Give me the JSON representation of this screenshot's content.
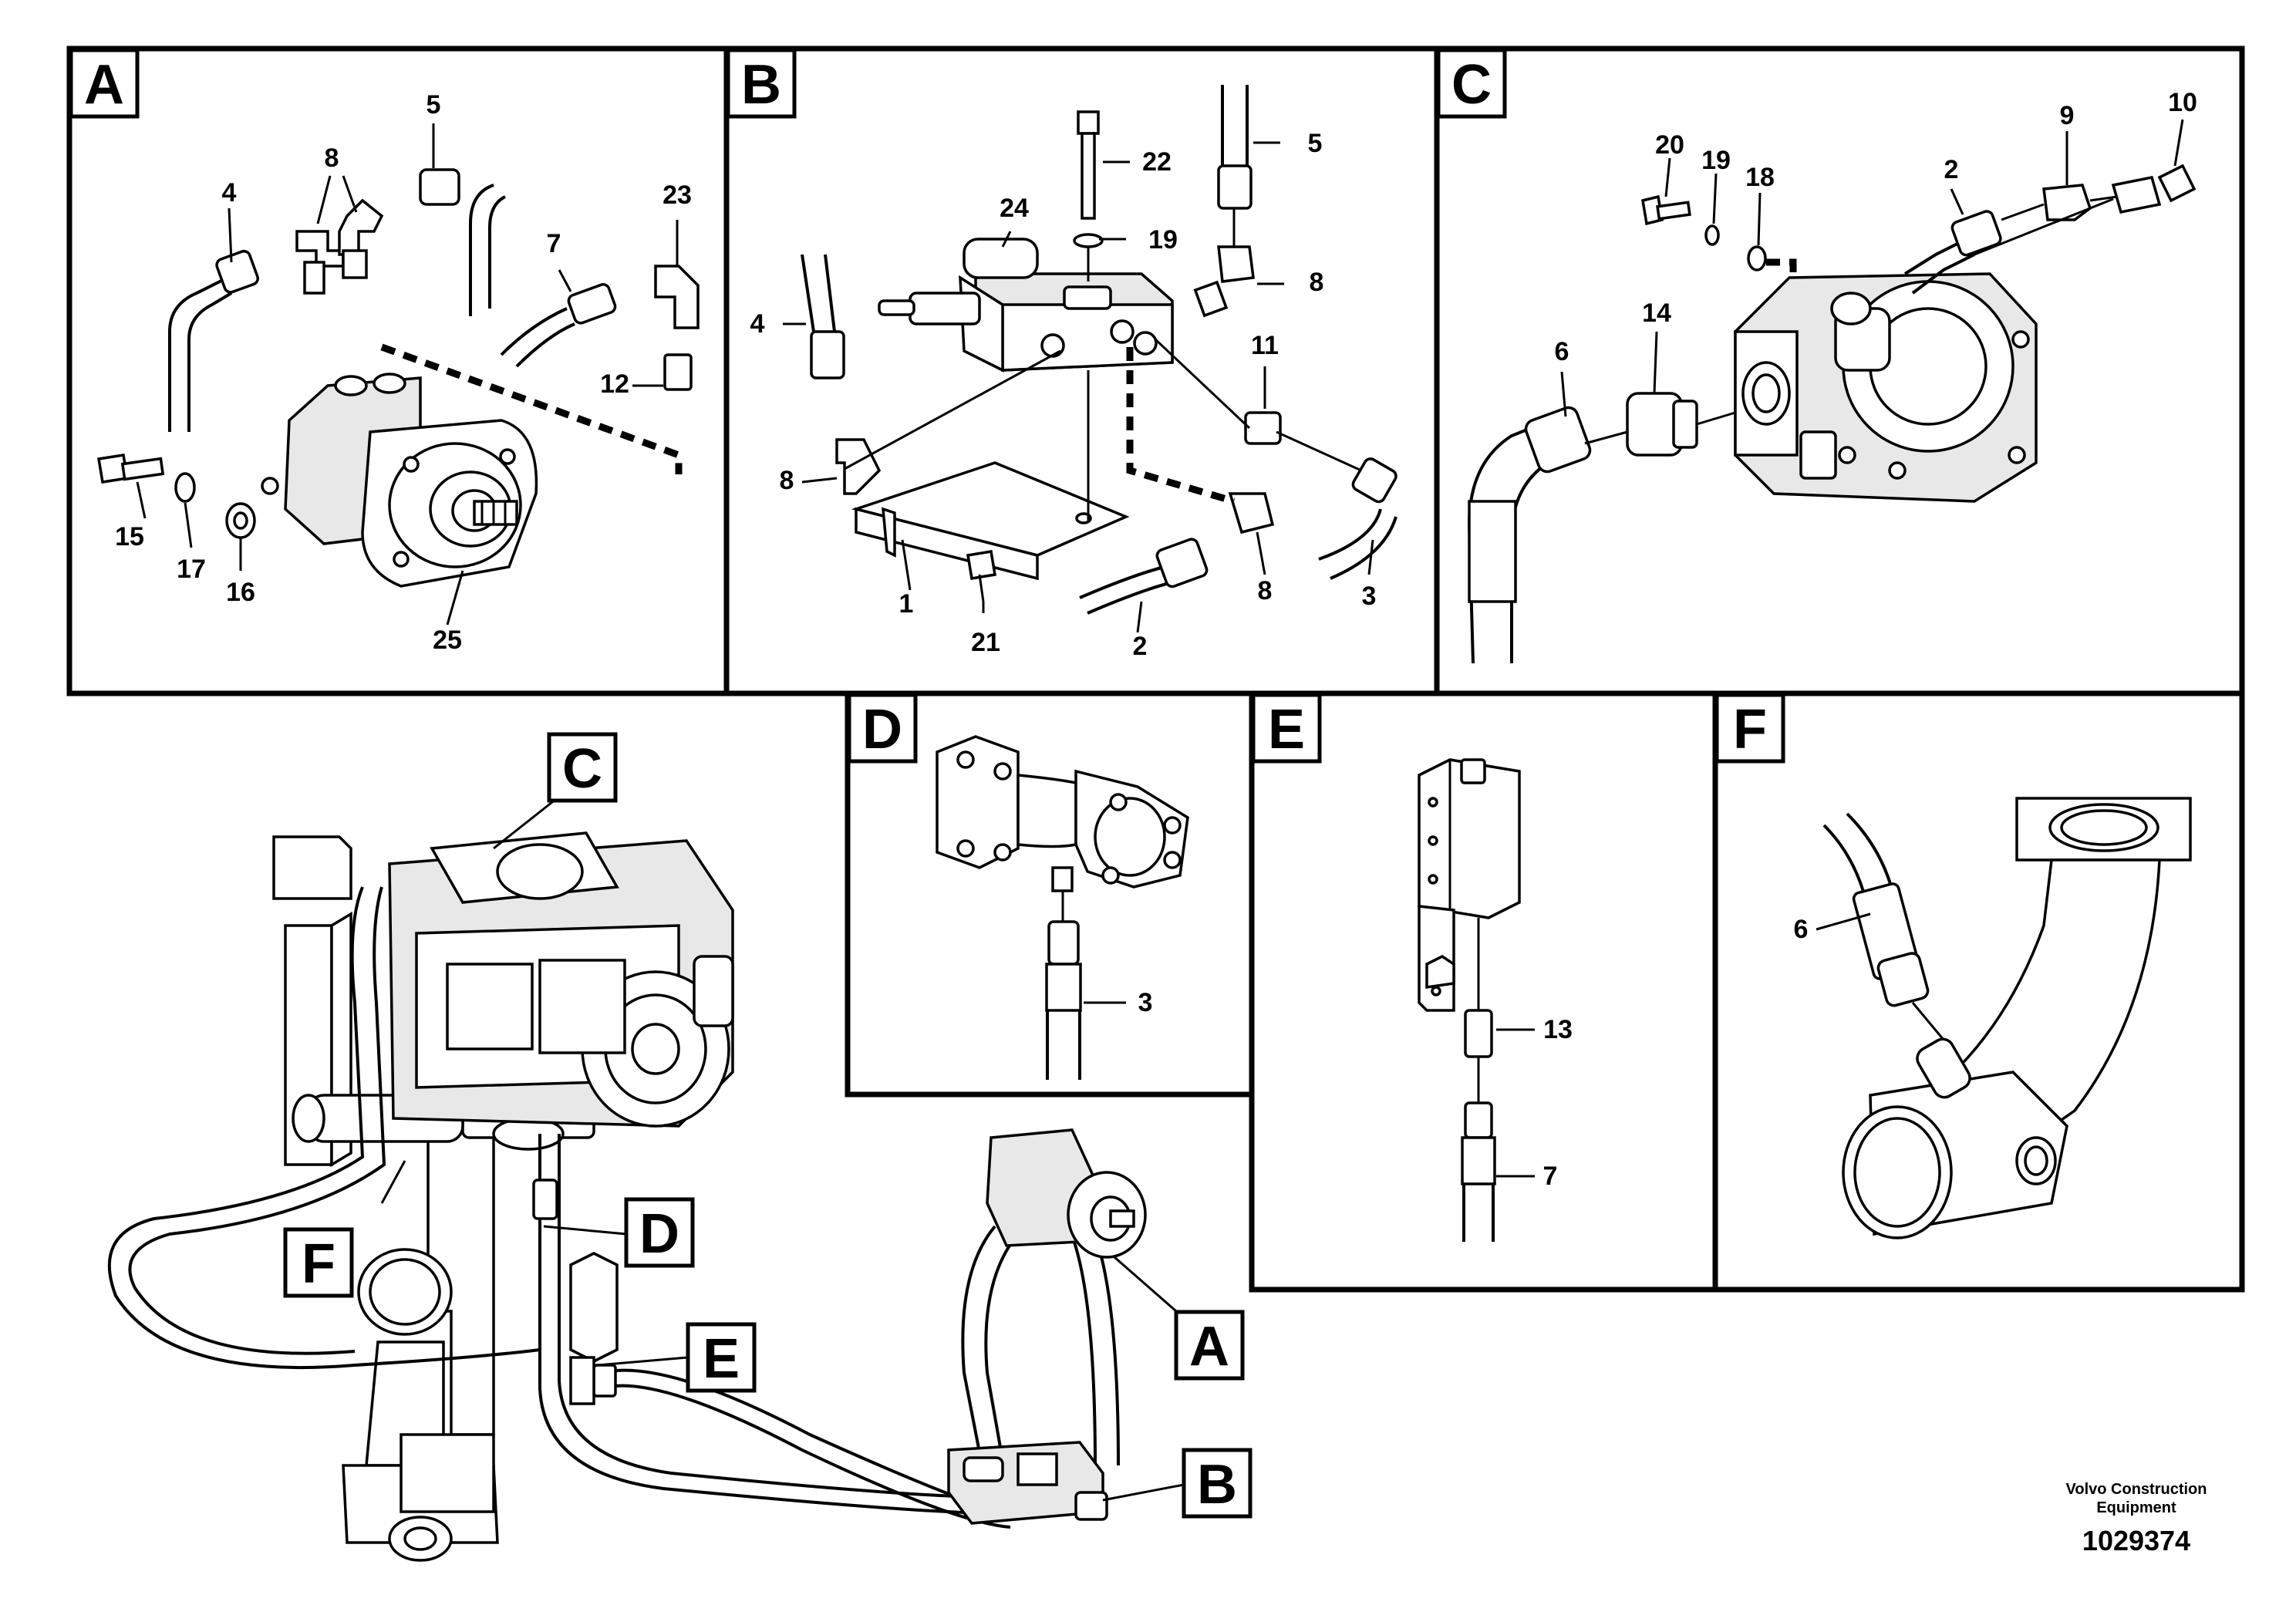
{
  "panels": {
    "A": {
      "letter": "A",
      "callouts": [
        "5",
        "8",
        "4",
        "23",
        "7",
        "12",
        "15",
        "17",
        "16",
        "25"
      ]
    },
    "B": {
      "letter": "B",
      "callouts": [
        "22",
        "5",
        "24",
        "19",
        "8",
        "4",
        "11",
        "8",
        "1",
        "21",
        "2",
        "8",
        "3"
      ]
    },
    "C": {
      "letter": "C",
      "callouts": [
        "20",
        "19",
        "18",
        "2",
        "9",
        "10",
        "6",
        "14"
      ]
    },
    "D": {
      "letter": "D",
      "callouts": [
        "3"
      ]
    },
    "E": {
      "letter": "E",
      "callouts": [
        "13",
        "7"
      ]
    },
    "F": {
      "letter": "F",
      "callouts": [
        "6"
      ]
    }
  },
  "overview_refs": [
    "C",
    "F",
    "D",
    "E",
    "A",
    "B"
  ],
  "footer": {
    "company_line1": "Volvo Construction",
    "company_line2": "Equipment",
    "doc_number": "1029374"
  }
}
